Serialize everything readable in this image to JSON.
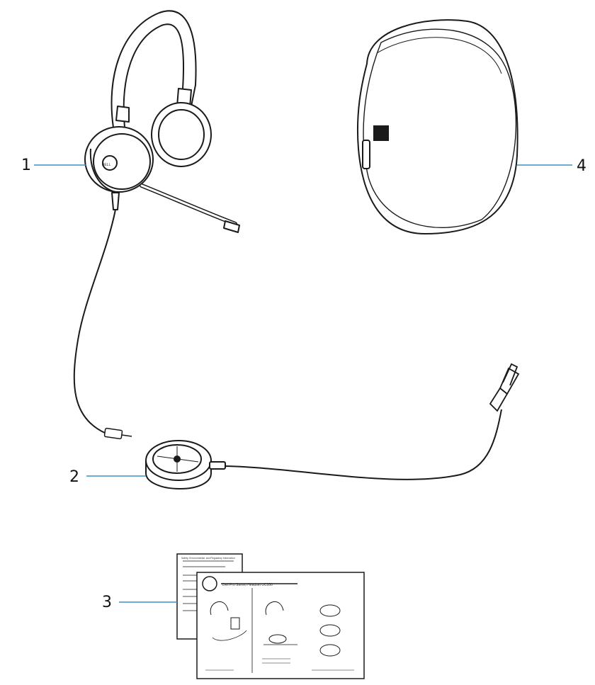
{
  "callouts": [
    {
      "id": "headset",
      "number": "1",
      "line_color": "#3a8fc9"
    },
    {
      "id": "control-unit",
      "number": "2",
      "line_color": "#3a8fc9"
    },
    {
      "id": "documents",
      "number": "3",
      "line_color": "#3a8fc9"
    },
    {
      "id": "carrying-case",
      "number": "4",
      "line_color": "#3a8fc9"
    }
  ],
  "brand_logo": "DELL",
  "documents": {
    "front_title": "Dell Pro Stereo Headset UC350",
    "back_title": "Safety, Environmental, and Regulatory Information"
  },
  "icons": [
    "headset-icon",
    "control-unit-icon",
    "usb-connector-icon",
    "audio-jack-icon",
    "carrying-case-icon",
    "document-icon"
  ],
  "colors": {
    "outline": "#1a1a1a",
    "callout_line": "#3a8fc9",
    "background": "#ffffff"
  }
}
